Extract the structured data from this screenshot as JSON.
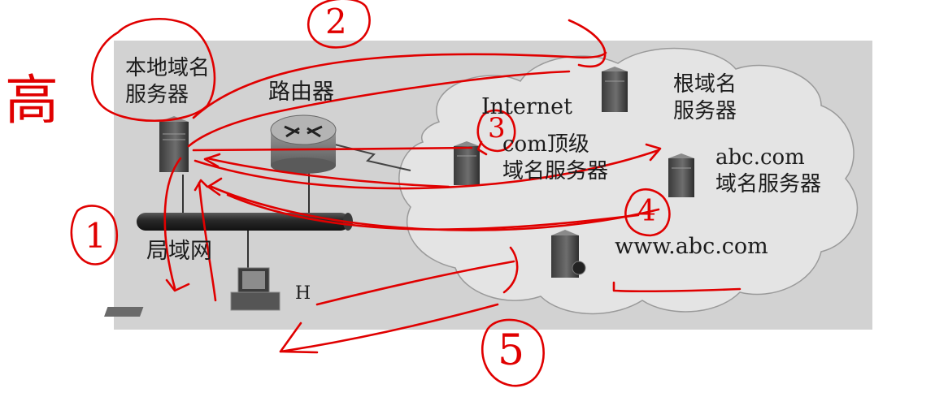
{
  "labels": {
    "local_dns": "本地域名\n服务器",
    "router": "路由器",
    "lan": "局域网",
    "host": "H",
    "internet": "Internet",
    "root_dns": "根域名\n服务器",
    "com_tld": "com顶级\n域名服务器",
    "abc_dns": "abc.com\n域名服务器",
    "www": "www.abc.com"
  },
  "annotations": {
    "step1": "1",
    "step2": "2",
    "step3": "3",
    "step4": "4",
    "step5": "5",
    "high": "高"
  },
  "colors": {
    "annotation": "#e00000",
    "photo_background": "#d3d3d3",
    "cloud": "#e3e3e3",
    "text": "#1c1c1c"
  }
}
